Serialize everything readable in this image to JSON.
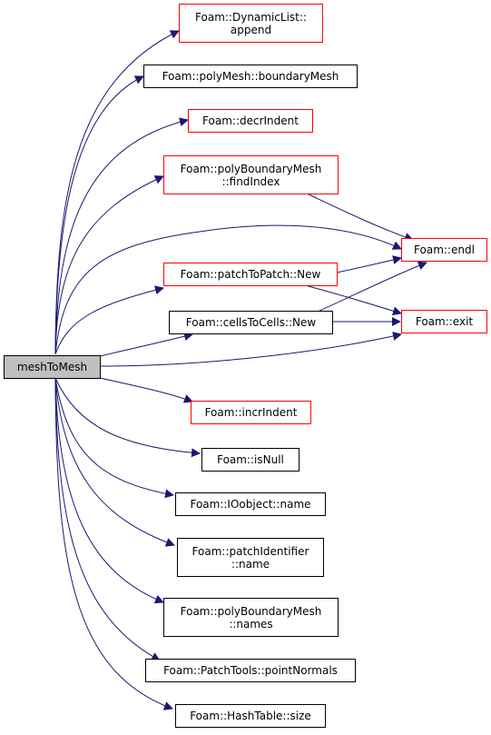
{
  "colors": {
    "edge": "#191970",
    "node_border": "#000000",
    "incomplete_border": "#ff0000",
    "root_fill": "#bfbfbf"
  },
  "root": {
    "label": "meshToMesh"
  },
  "nodes": {
    "dynamiclist_append": {
      "line1": "Foam::DynamicList::",
      "line2": "append",
      "border": "red"
    },
    "boundarymesh": {
      "line1": "Foam::polyMesh::boundaryMesh",
      "border": "black"
    },
    "decrindent": {
      "line1": "Foam::decrIndent",
      "border": "red"
    },
    "findindex": {
      "line1": "Foam::polyBoundaryMesh",
      "line2": "::findIndex",
      "border": "red"
    },
    "patchtopatch_new": {
      "line1": "Foam::patchToPatch::New",
      "border": "red"
    },
    "cellstocells_new": {
      "line1": "Foam::cellsToCells::New",
      "border": "black"
    },
    "endl": {
      "line1": "Foam::endl",
      "border": "red"
    },
    "exit": {
      "line1": "Foam::exit",
      "border": "red"
    },
    "incrindent": {
      "line1": "Foam::incrIndent",
      "border": "red"
    },
    "isnull": {
      "line1": "Foam::isNull",
      "border": "black"
    },
    "ioobject_name": {
      "line1": "Foam::IOobject::name",
      "border": "black"
    },
    "patchidentifier_name": {
      "line1": "Foam::patchIdentifier",
      "line2": "::name",
      "border": "black"
    },
    "names": {
      "line1": "Foam::polyBoundaryMesh",
      "line2": "::names",
      "border": "black"
    },
    "pointnormals": {
      "line1": "Foam::PatchTools::pointNormals",
      "border": "black"
    },
    "hashtable_size": {
      "line1": "Foam::HashTable::size",
      "border": "black"
    }
  }
}
